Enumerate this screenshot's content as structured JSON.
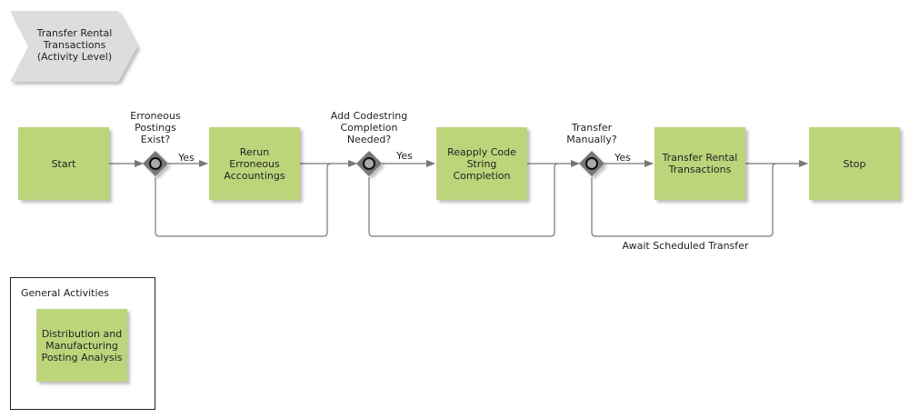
{
  "header": {
    "title": "Transfer Rental\nTransactions\n(Activity Level)"
  },
  "activities": {
    "start": "Start",
    "rerun": "Rerun\nErroneous\nAccountings",
    "reapply": "Reapply Code\nString\nCompletion",
    "transfer": "Transfer Rental\nTransactions",
    "stop": "Stop"
  },
  "gateways": {
    "g1": "Erroneous\nPostings\nExist?",
    "g2": "Add Codestring\nCompletion\nNeeded?",
    "g3": "Transfer\nManually?"
  },
  "flow_labels": {
    "yes1": "Yes",
    "yes2": "Yes",
    "yes3": "Yes",
    "await": "Await Scheduled Transfer"
  },
  "general": {
    "title": "General Activities",
    "item": "Distribution and\nManufacturing\nPosting Analysis"
  },
  "colors": {
    "activity": "#bcd57b",
    "gateway": "#777777",
    "event": "#dddddd",
    "line": "#777777"
  }
}
